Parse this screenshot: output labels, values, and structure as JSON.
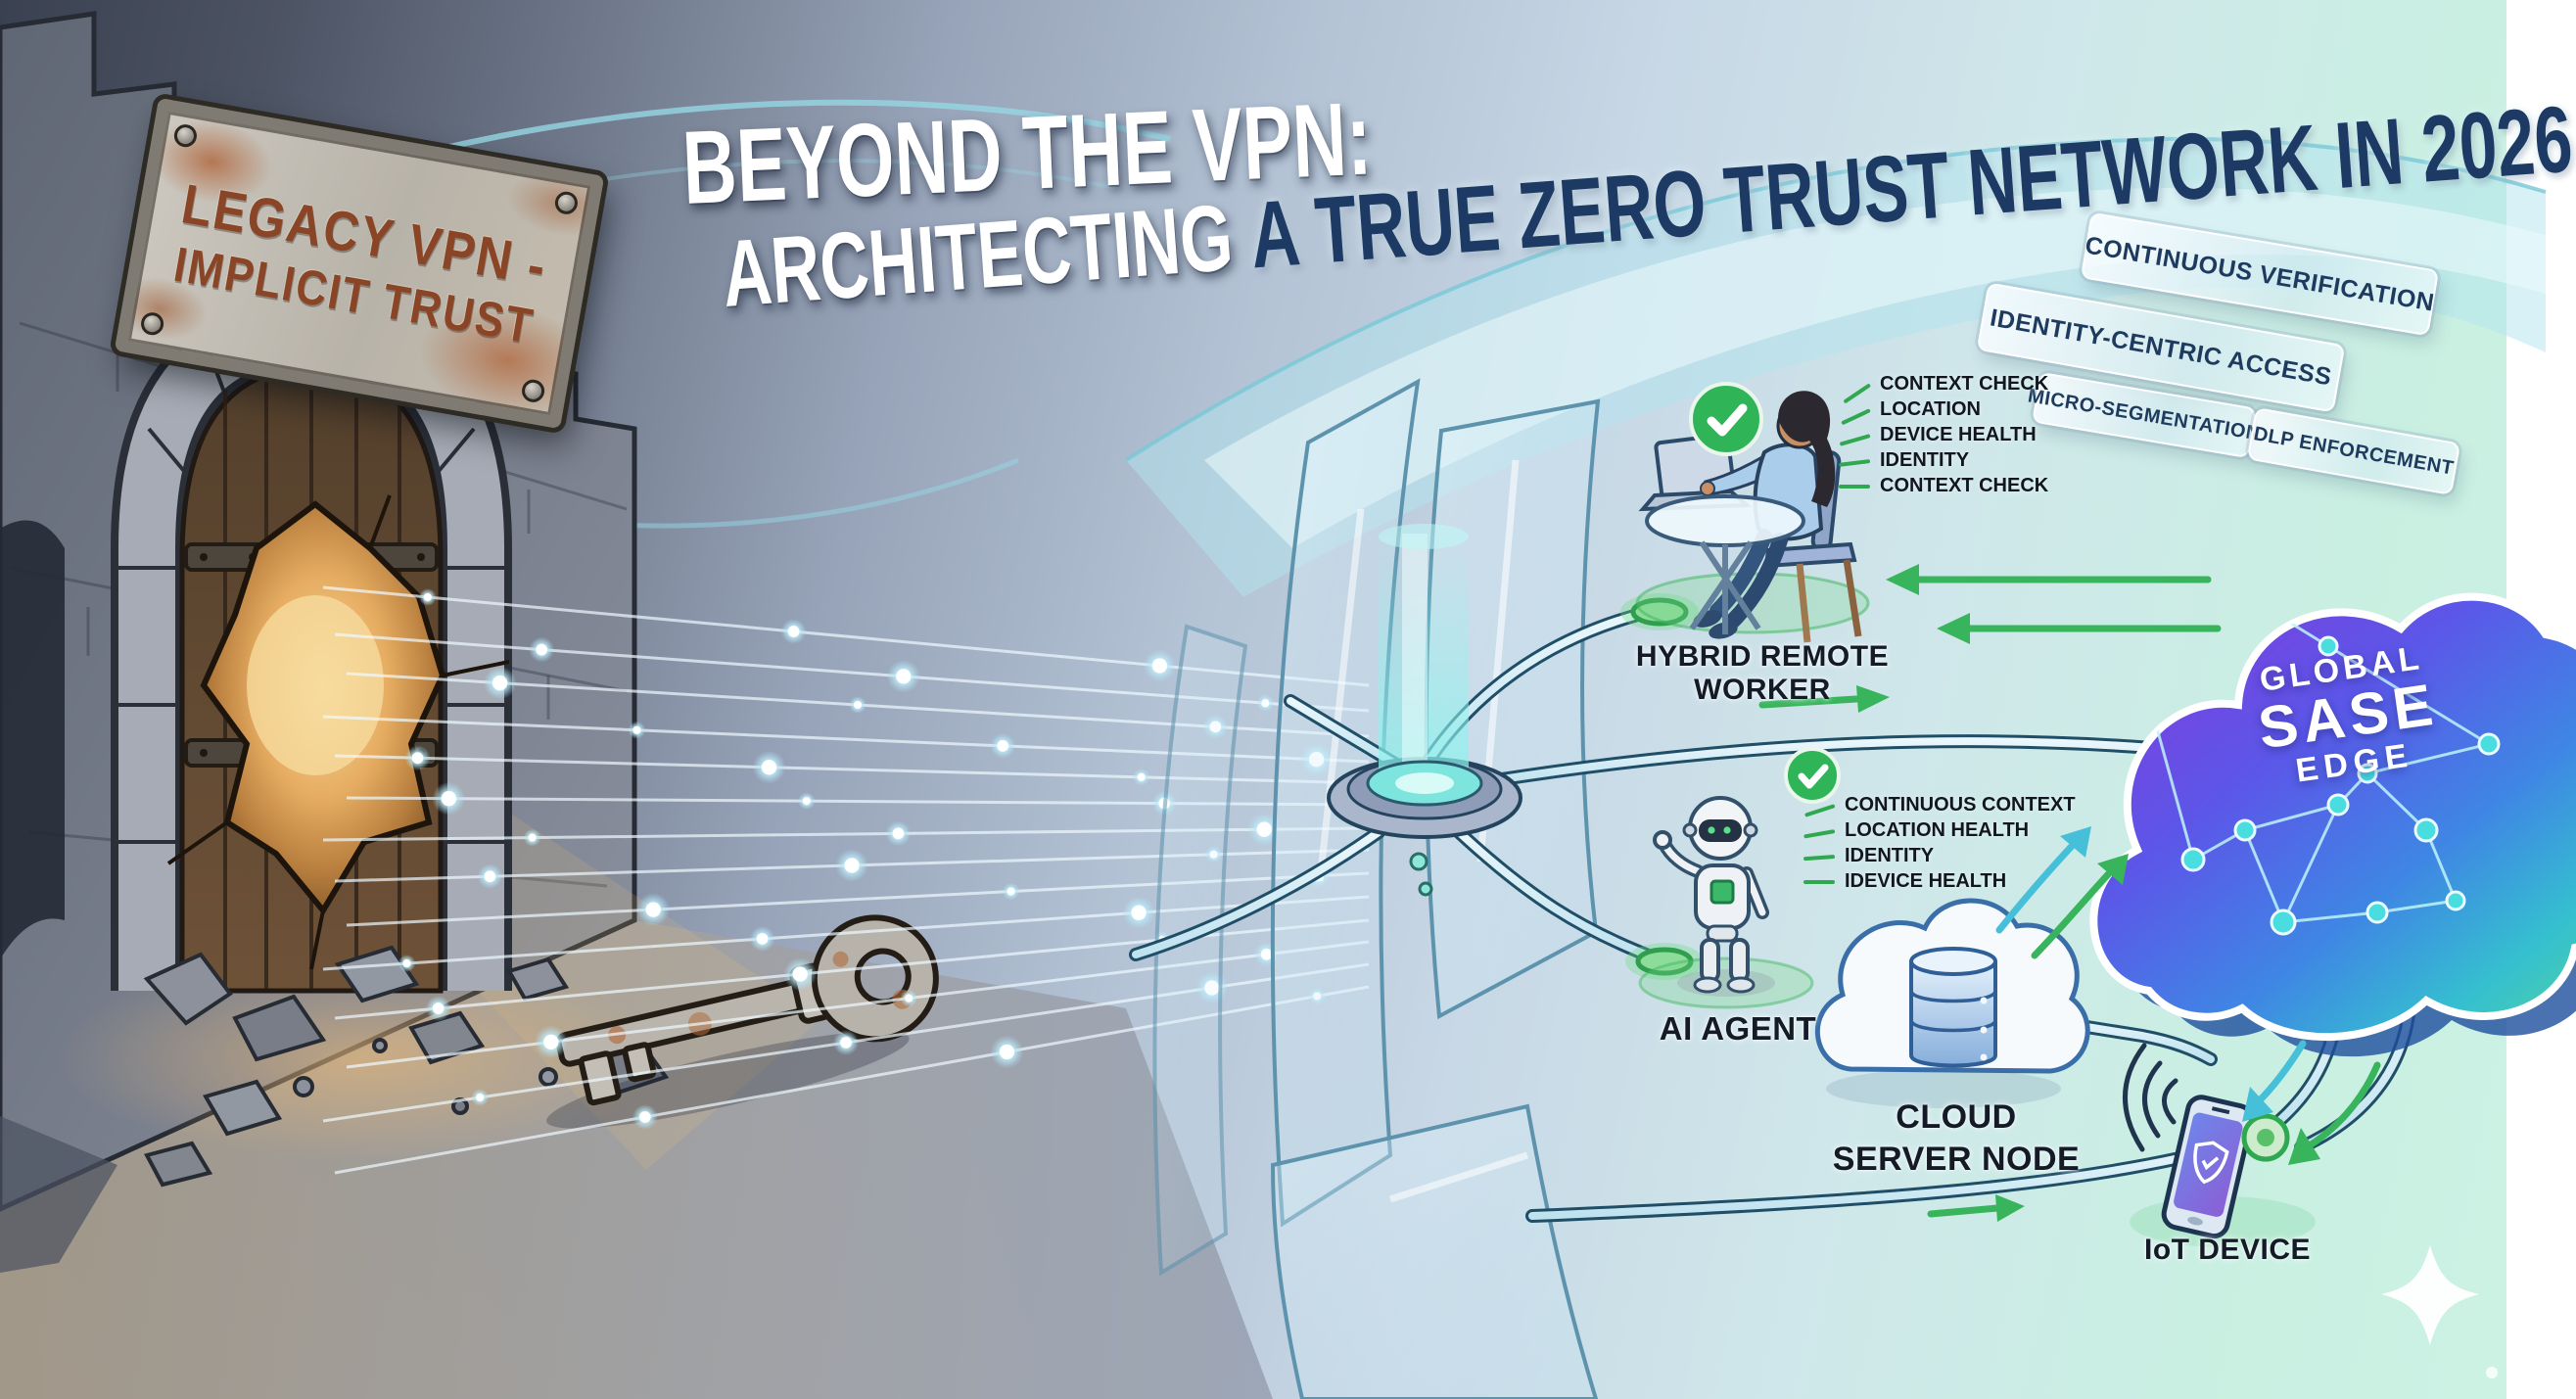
{
  "title": {
    "line1": "BEYOND THE VPN:",
    "line2_white": "ARCHITECTING",
    "line2_navy": "A TRUE ZERO TRUST NETWORK IN 2026"
  },
  "legacy_gate": {
    "sign_line1": "LEGACY VPN -",
    "sign_line2": "IMPLICIT TRUST"
  },
  "principle_badges": [
    "CONTINUOUS VERIFICATION",
    "IDENTITY-CENTRIC ACCESS",
    "MICRO-SEGMENTATION",
    "DLP ENFORCEMENT"
  ],
  "nodes": {
    "worker": {
      "label": "HYBRID REMOTE WORKER",
      "checklist": [
        "CONTEXT CHECK",
        "LOCATION",
        "DEVICE HEALTH",
        "IDENTITY",
        "CONTEXT CHECK"
      ]
    },
    "ai_agent": {
      "label": "AI AGENT",
      "checklist": [
        "CONTINUOUS CONTEXT",
        "LOCATION HEALTH",
        "IDENTITY",
        "IDEVICE HEALTH"
      ]
    },
    "cloud_server": {
      "label": "CLOUD SERVER NODE"
    },
    "iot_device": {
      "label": "IoT DEVICE"
    }
  },
  "sase_cloud": {
    "line1": "GLOBAL",
    "line2": "SASE",
    "line3": "EDGE"
  },
  "colors": {
    "accent_green": "#2fa84f",
    "navy": "#1d3a63",
    "cyan_node": "#49dde0",
    "cloud_purple": "#8a36dc",
    "cloud_green": "#5bd890",
    "rust": "#8a4526",
    "ribbon_teal": "#b2e4ee"
  }
}
